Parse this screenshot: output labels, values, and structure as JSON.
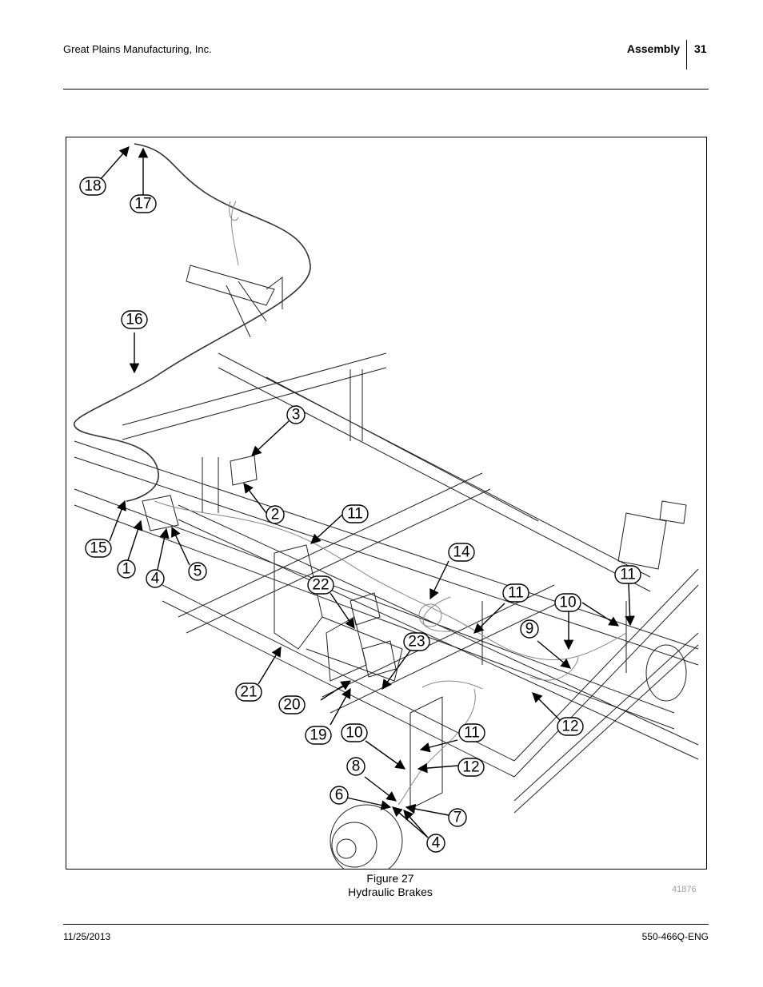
{
  "header": {
    "company": "Great Plains Manufacturing, Inc.",
    "section": "Assembly",
    "page_number": "31"
  },
  "figure": {
    "caption_number": "Figure 27",
    "caption_title": "Hydraulic Brakes",
    "figure_id": "41876",
    "callouts": [
      "18",
      "17",
      "16",
      "3",
      "2",
      "11",
      "15",
      "1",
      "4",
      "5",
      "14",
      "22",
      "11",
      "10",
      "11",
      "9",
      "23",
      "21",
      "20",
      "12",
      "19",
      "10",
      "11",
      "12",
      "8",
      "6",
      "7",
      "4"
    ]
  },
  "footer": {
    "date": "11/25/2013",
    "doc_number": "550-466Q-ENG"
  }
}
